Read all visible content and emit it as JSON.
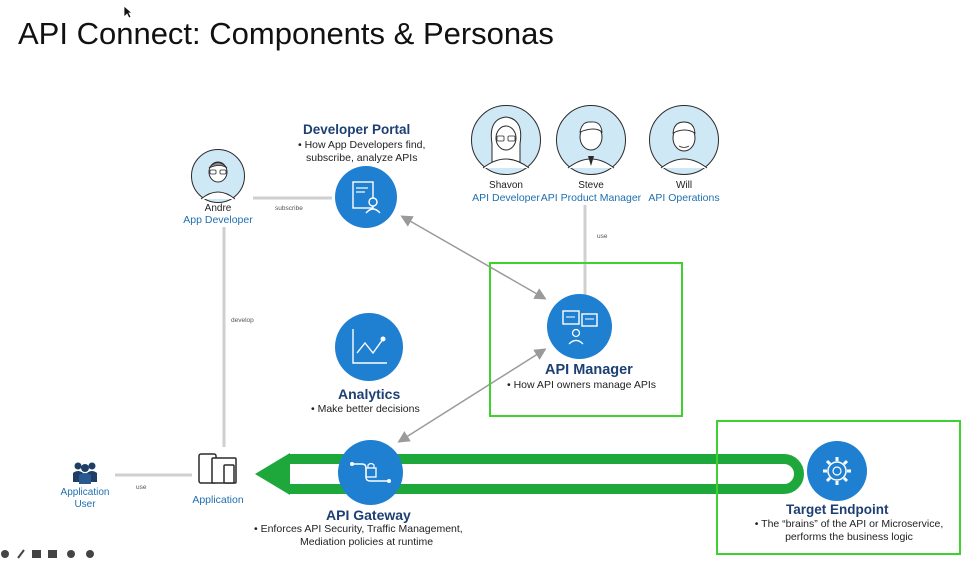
{
  "title": "API Connect: Components & Personas",
  "components": {
    "developer_portal": {
      "title": "Developer Portal",
      "desc": [
        "• How App Developers find,",
        "subscribe, analyze APIs"
      ]
    },
    "api_manager": {
      "title": "API Manager",
      "desc": "• How API owners manage APIs"
    },
    "analytics": {
      "title": "Analytics",
      "desc": "• Make better decisions"
    },
    "api_gateway": {
      "title": "API Gateway",
      "desc": [
        "• Enforces API Security, Traffic Management,",
        "Mediation policies at runtime"
      ]
    },
    "target_endpoint": {
      "title": "Target Endpoint",
      "desc": [
        "• The “brains” of the API or Microservice,",
        "performs the business logic"
      ]
    }
  },
  "personas": {
    "andre": {
      "name": "Andre",
      "role": "App Developer"
    },
    "shavon": {
      "name": "Shavon",
      "role": "API Developer"
    },
    "steve": {
      "name": "Steve",
      "role": "API Product Manager"
    },
    "will": {
      "name": "Will",
      "role": "API Operations"
    }
  },
  "application": {
    "label": "Application"
  },
  "application_user": {
    "label": [
      "Application",
      "User"
    ]
  },
  "edge_labels": {
    "subscribe": "subscribe",
    "develop": "develop",
    "use_top": "use",
    "use_bottom": "use"
  },
  "colors": {
    "accent_blue": "#1f7fd1",
    "title_blue": "#1d3f73",
    "highlight_green": "#3ed12f",
    "flow_green": "#1ea83c",
    "connector_gray": "#9a9a9a"
  }
}
